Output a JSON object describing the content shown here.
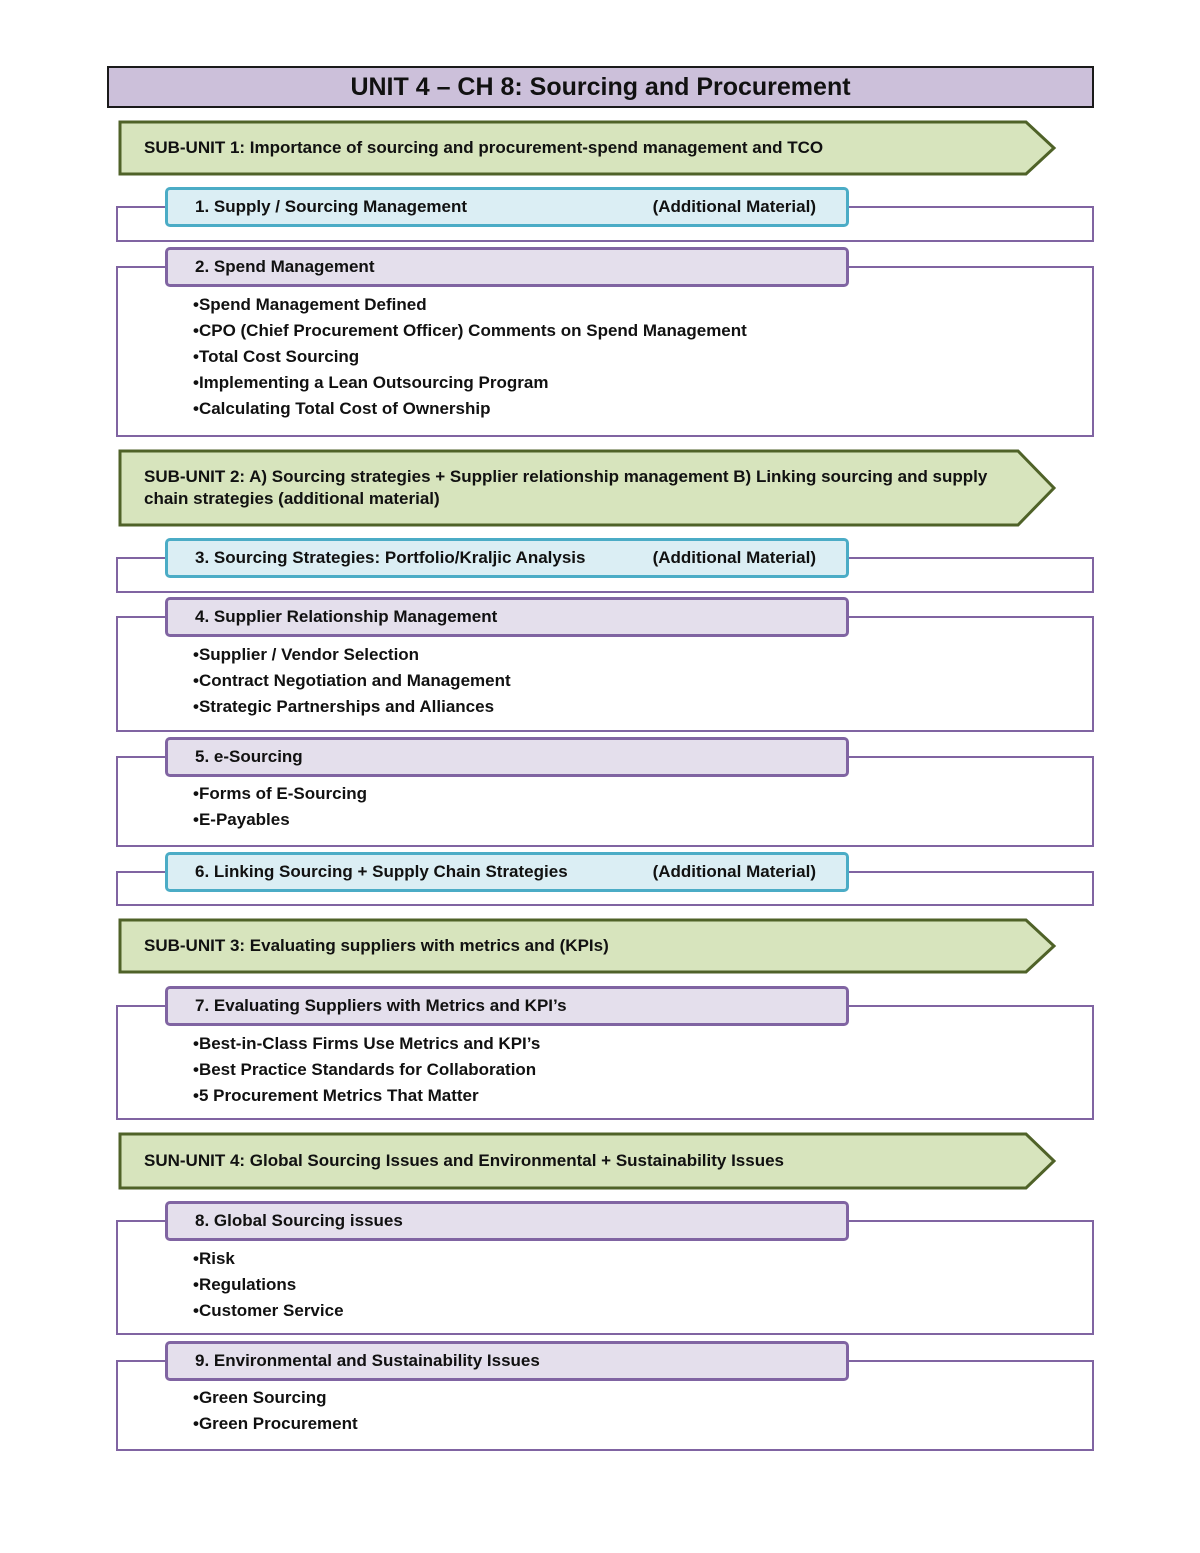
{
  "title": "UNIT 4 – CH 8: Sourcing and Procurement",
  "subunits": [
    {
      "text": "SUB-UNIT 1: Importance of sourcing and procurement-spend management and TCO"
    },
    {
      "text": "SUB-UNIT 2: A) Sourcing strategies + Supplier relationship management B) Linking sourcing and supply chain strategies (additional material)"
    },
    {
      "text": "SUB-UNIT 3: Evaluating suppliers with metrics and (KPIs)"
    },
    {
      "text": "SUN-UNIT 4: Global Sourcing Issues and Environmental + Sustainability Issues"
    }
  ],
  "sections": [
    {
      "label": "1. Supply / Sourcing Management",
      "extra": "(Additional Material)",
      "bullets": []
    },
    {
      "label": "2. Spend Management",
      "extra": "",
      "bullets": [
        "•Spend Management Defined",
        "•CPO (Chief Procurement Officer) Comments on Spend Management",
        "•Total Cost Sourcing",
        "•Implementing a Lean Outsourcing Program",
        "•Calculating Total Cost of Ownership"
      ]
    },
    {
      "label": "3. Sourcing Strategies: Portfolio/Kraljic Analysis",
      "extra": "(Additional Material)",
      "bullets": []
    },
    {
      "label": "4. Supplier Relationship Management",
      "extra": "",
      "bullets": [
        "•Supplier / Vendor Selection",
        "•Contract Negotiation and Management",
        "•Strategic Partnerships and Alliances"
      ]
    },
    {
      "label": "5. e-Sourcing",
      "extra": "",
      "bullets": [
        "•Forms of E-Sourcing",
        "•E-Payables"
      ]
    },
    {
      "label": "6. Linking Sourcing + Supply Chain Strategies",
      "extra": "(Additional Material)",
      "bullets": []
    },
    {
      "label": "7. Evaluating Suppliers with Metrics and KPI’s",
      "extra": "",
      "bullets": [
        "•Best-in-Class Firms Use Metrics and KPI’s",
        "•Best Practice Standards for Collaboration",
        "•5 Procurement Metrics That Matter"
      ]
    },
    {
      "label": "8. Global Sourcing issues",
      "extra": "",
      "bullets": [
        "•Risk",
        "•Regulations",
        "•Customer Service"
      ]
    },
    {
      "label": "9. Environmental and Sustainability Issues",
      "extra": "",
      "bullets": [
        "•Green Sourcing",
        "•Green Procurement"
      ]
    }
  ],
  "colors": {
    "title_bg": "#ccc0da",
    "subunit_fill": "#d7e4bd",
    "subunit_border": "#4f6228",
    "frame_border": "#8064a2",
    "purple_header_bg": "#e4dfec",
    "blue_header_bg": "#dbeef4",
    "blue_header_border": "#4bacc6"
  }
}
